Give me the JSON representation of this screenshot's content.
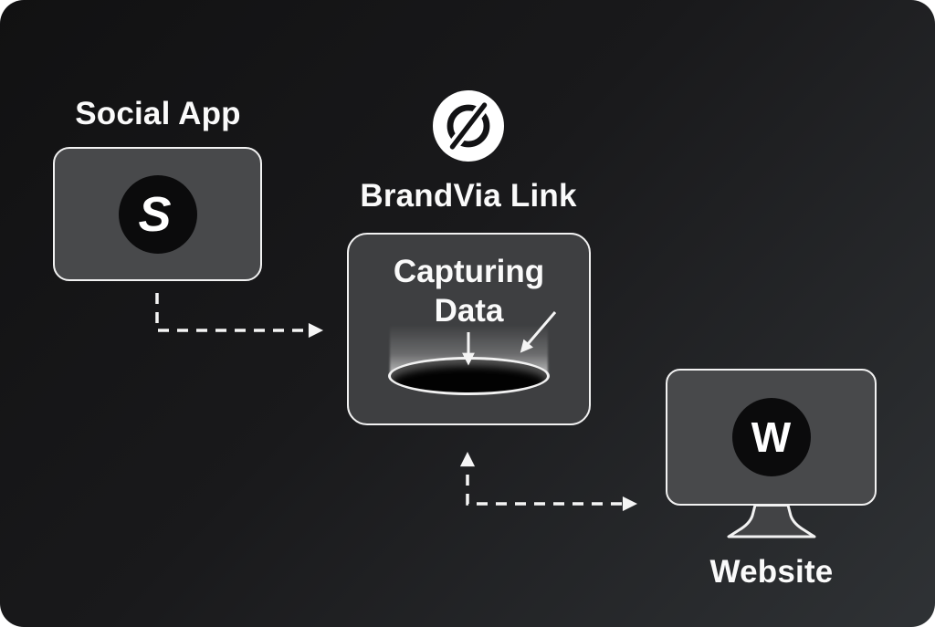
{
  "colors": {
    "background_start": "#111112",
    "background_end": "#2f3235",
    "node_fill": "#48494b",
    "capture_box_fill": "#3e3f41",
    "outline": "#f2f2f2",
    "text": "#fafafa",
    "icon_black": "#0b0b0c",
    "arrow": "#f5f5f5"
  },
  "nodes": {
    "social_app": {
      "label": "Social App",
      "logo_letter": "S"
    },
    "brandvia": {
      "label": "BrandVia Link"
    },
    "capture_box": {
      "label_line1": "Capturing",
      "label_line2": "Data"
    },
    "website": {
      "label": "Website",
      "logo_letter": "W"
    }
  },
  "icons": {
    "brandvia_logo": "slashed-circle-icon",
    "social_logo": "stylized-s-icon",
    "website_logo": "letter-w-icon",
    "capture_visual": "black-hole-ellipse-icon",
    "connector_style": "dashed-arrow"
  }
}
